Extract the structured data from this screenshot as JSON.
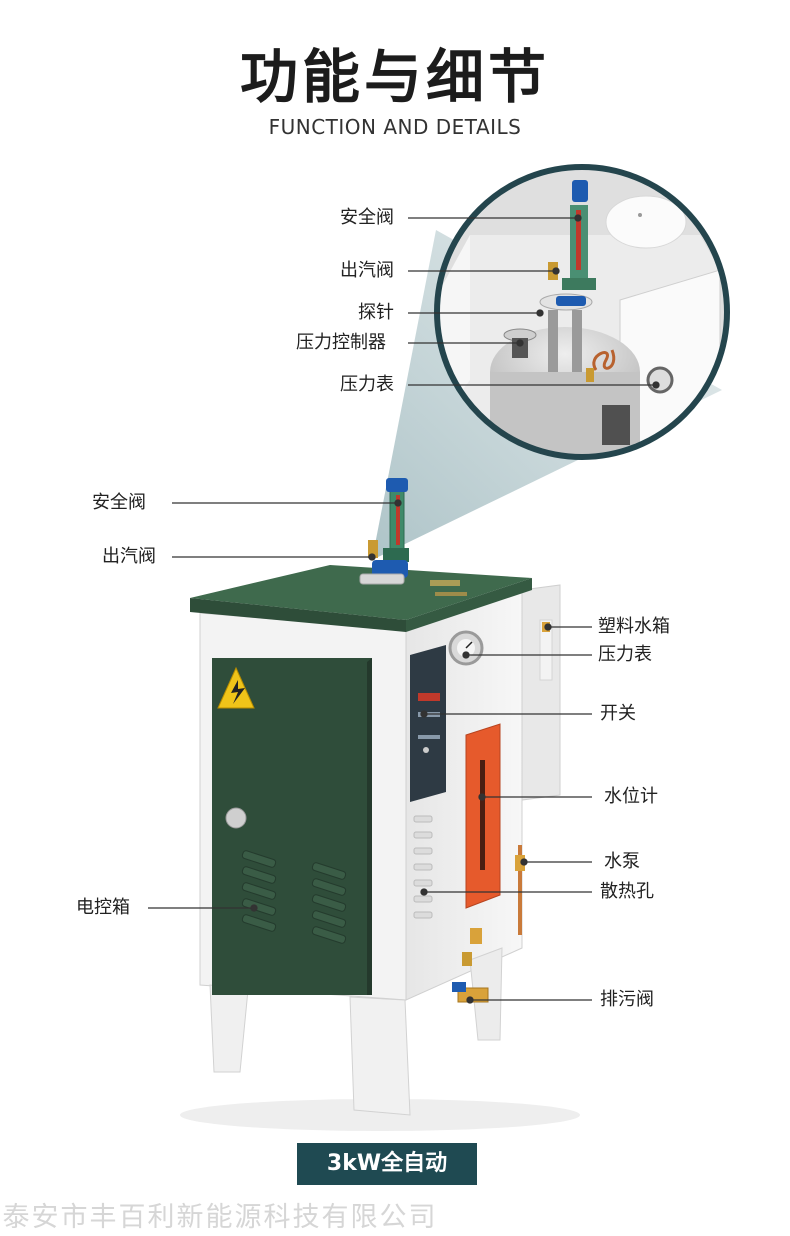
{
  "header": {
    "title": "功能与细节",
    "subtitle": "FUNCTION AND DETAILS"
  },
  "detail_callouts": {
    "safety_valve": "安全阀",
    "steam_outlet_valve": "出汽阀",
    "probe": "探针",
    "pressure_controller": "压力控制器",
    "pressure_gauge": "压力表"
  },
  "body_callouts": {
    "safety_valve": "安全阀",
    "steam_outlet_valve": "出汽阀",
    "plastic_water_tank": "塑料水箱",
    "pressure_gauge": "压力表",
    "switch": "开关",
    "water_level_gauge": "水位计",
    "water_pump": "水泵",
    "vent_holes": "散热孔",
    "electric_control_box": "电控箱",
    "drain_valve": "排污阀"
  },
  "badge": {
    "model": "3kW全自动"
  },
  "watermark": {
    "company": "泰安市丰百利新能源科技有限公司"
  },
  "colors": {
    "cabinet_green": "#2f4d3a",
    "lid_green": "#3f6a4d",
    "body_white": "#f4f4f4",
    "badge_bg": "#1f4a52",
    "level_gauge_orange": "#e65a2c"
  }
}
